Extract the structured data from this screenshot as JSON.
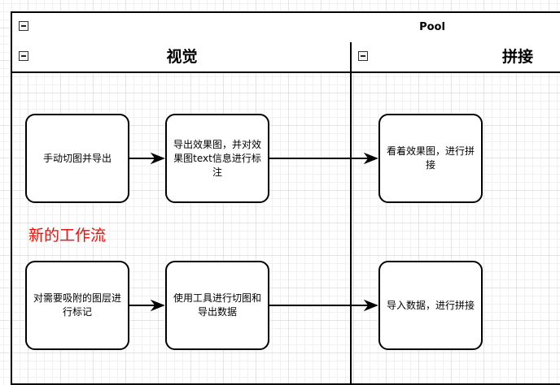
{
  "pool": {
    "title": "Pool"
  },
  "lanes": [
    {
      "title": "视觉"
    },
    {
      "title": "拼接"
    }
  ],
  "nodes": {
    "n1": "手动切图并导出",
    "n2": "导出效果图，并对效果图text信息进行标注",
    "n3": "看着效果图，进行拼接",
    "n4": "对需要吸附的图层进行标记",
    "n5": "使用工具进行切图和导出数据",
    "n6": "导入数据，进行拼接"
  },
  "note": "新的工作流",
  "colors": {
    "note": "#e8130c",
    "stroke": "#000000"
  },
  "edges": [
    {
      "from": "n1",
      "to": "n2"
    },
    {
      "from": "n2",
      "to": "n3"
    },
    {
      "from": "n4",
      "to": "n5"
    },
    {
      "from": "n5",
      "to": "n6"
    }
  ]
}
